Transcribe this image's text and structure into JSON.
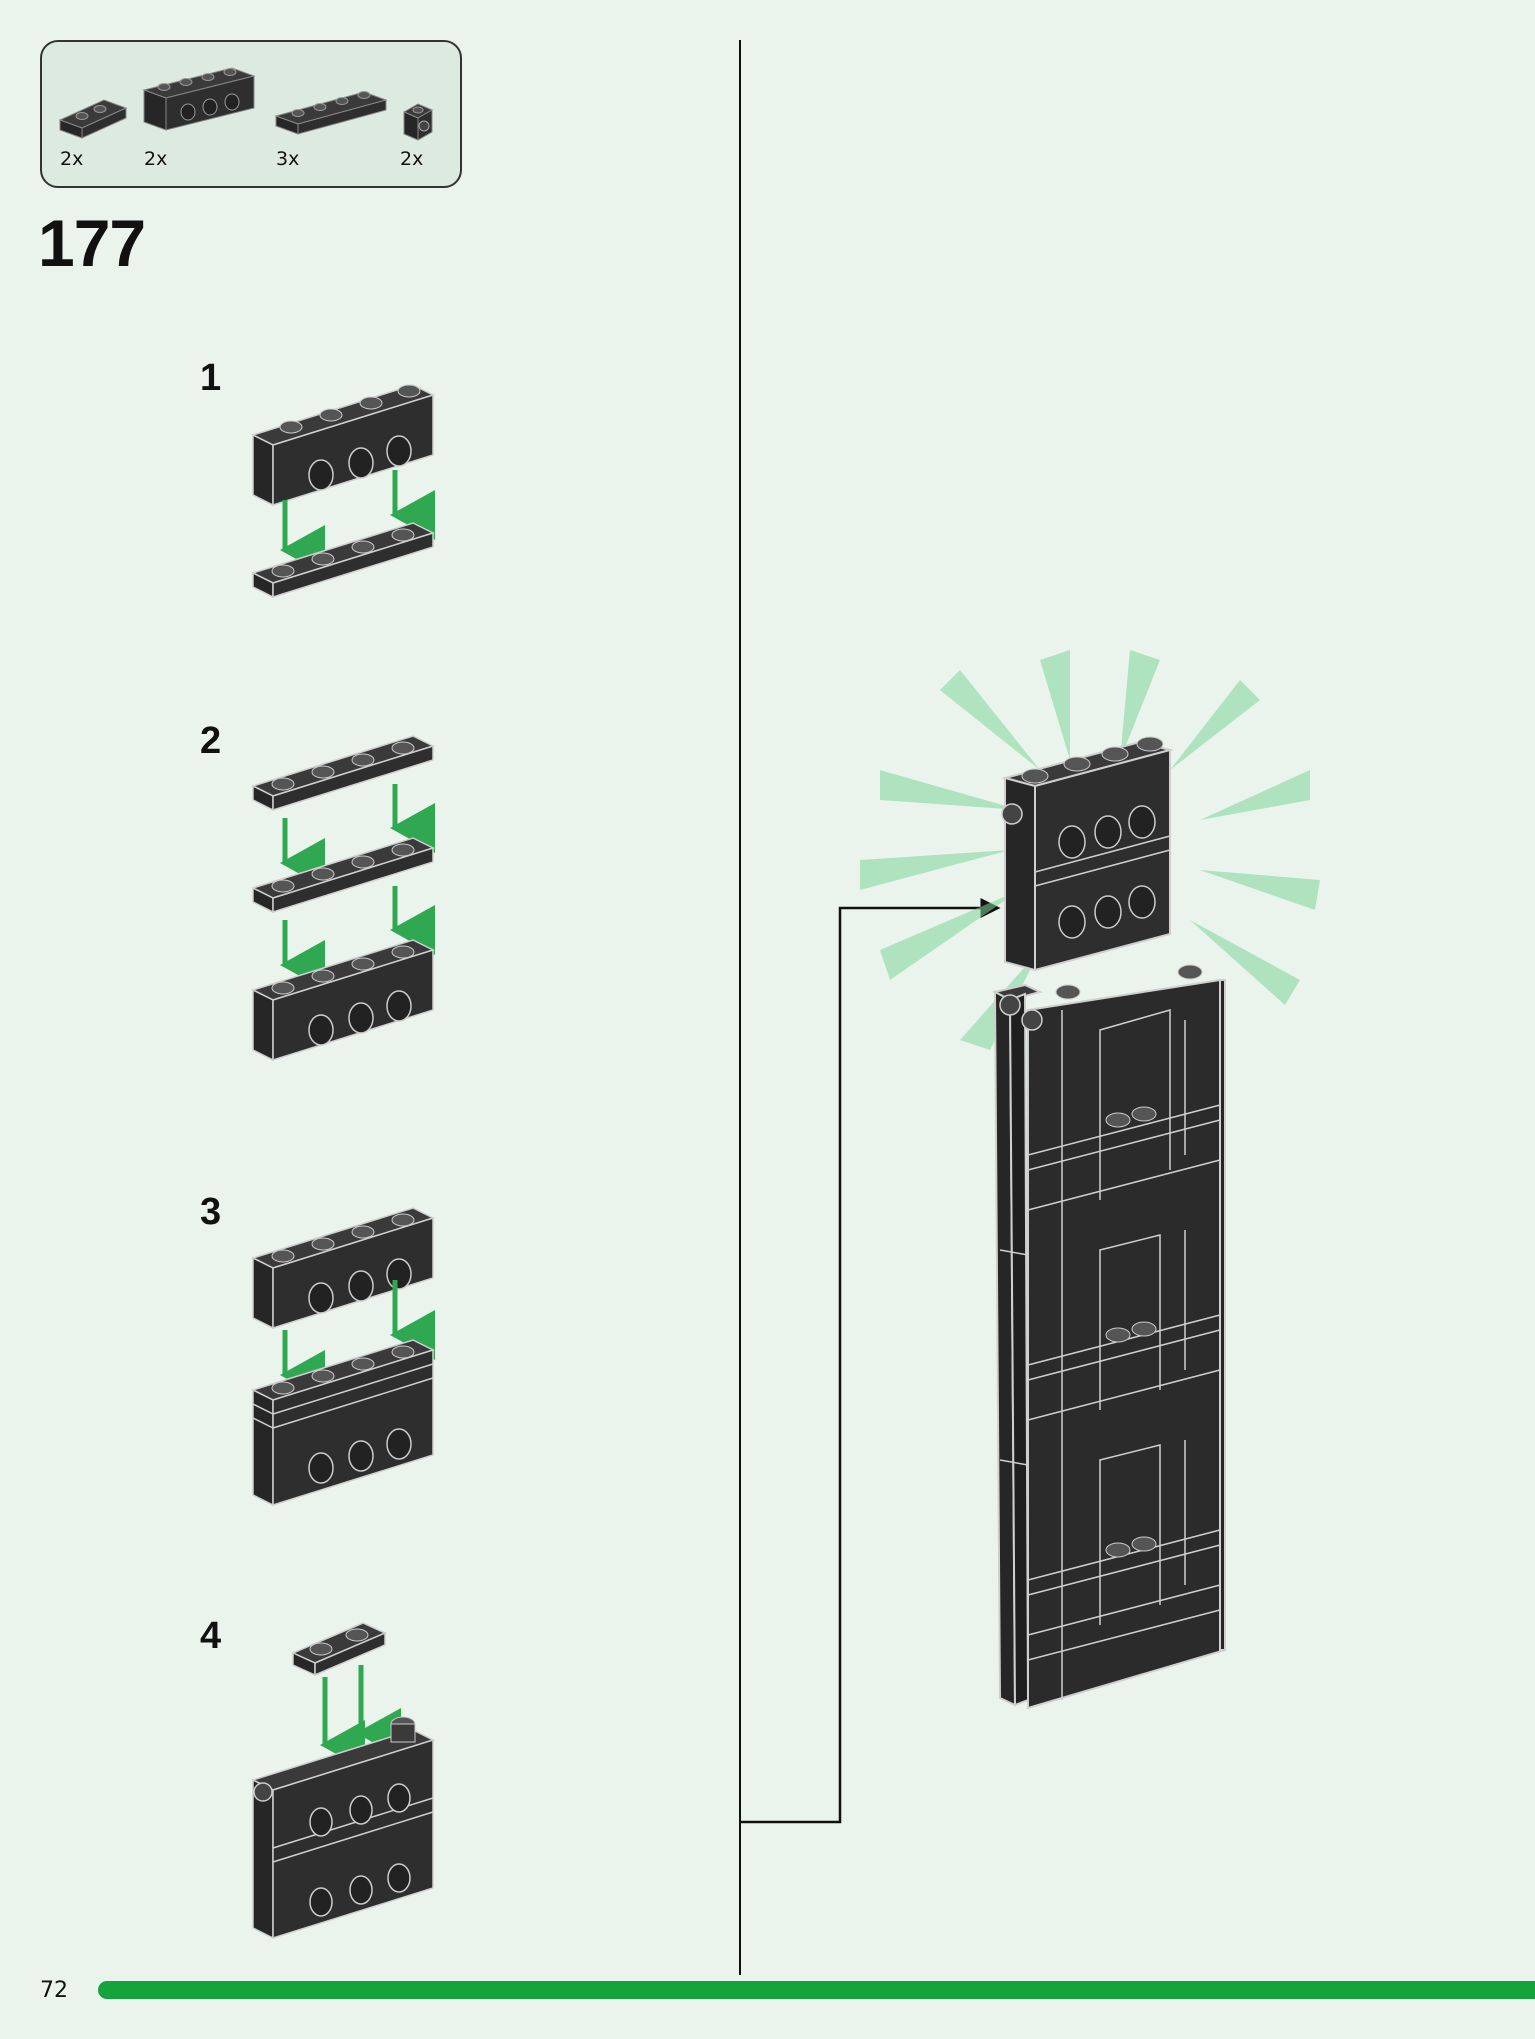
{
  "parts_list": {
    "items": [
      {
        "name": "plate-1x2-black",
        "qty": "2x"
      },
      {
        "name": "technic-brick-1x4-black",
        "qty": "2x"
      },
      {
        "name": "plate-1x4-black",
        "qty": "3x"
      },
      {
        "name": "brick-1x1-stud-side-black",
        "qty": "2x"
      }
    ]
  },
  "step_number": "177",
  "sub_steps": [
    "1",
    "2",
    "3",
    "4"
  ],
  "page_number": "72",
  "colors": {
    "brick": "#2b2b2b",
    "brick_top": "#3a3a3a",
    "outline": "#cfcfcf",
    "arrow_green": "#2fa851",
    "background": "#eaf4ec",
    "progress": "#15a33c"
  }
}
